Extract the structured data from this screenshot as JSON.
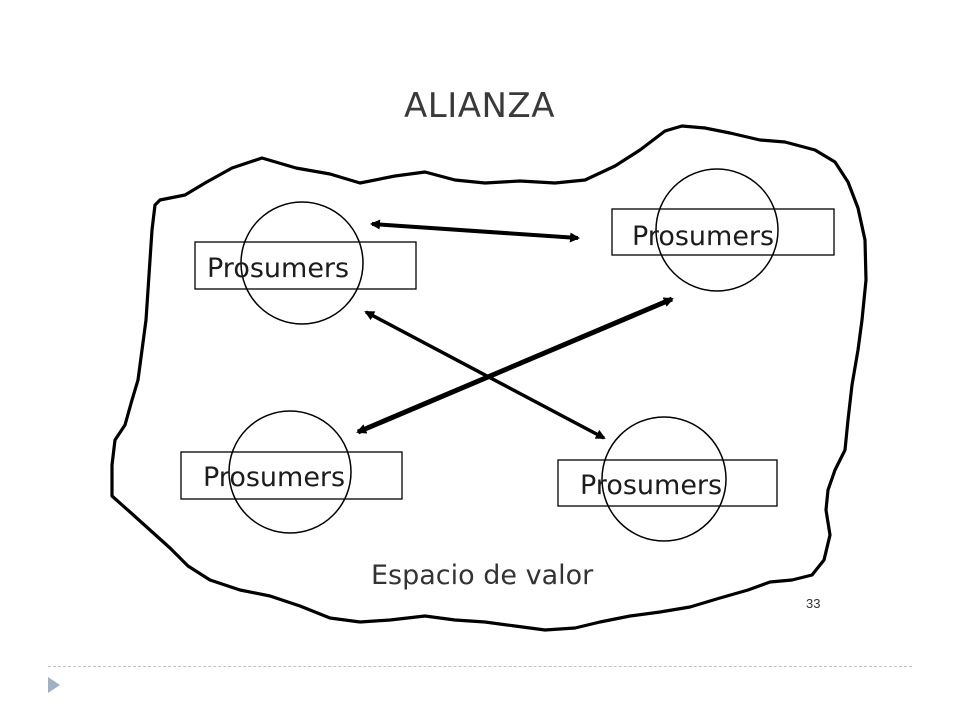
{
  "slide": {
    "title": "ALIANZA",
    "caption": "Espacio de valor",
    "page_number": "33"
  },
  "nodes": [
    {
      "id": "top-left",
      "label": "Prosumers"
    },
    {
      "id": "top-right",
      "label": "Prosumers"
    },
    {
      "id": "bottom-left",
      "label": "Prosumers"
    },
    {
      "id": "bottom-right",
      "label": "Prosumers"
    }
  ],
  "links": [
    {
      "from": "top-left",
      "to": "top-right",
      "style": "double-arrow"
    },
    {
      "from": "top-left",
      "to": "bottom-right",
      "style": "double-arrow"
    },
    {
      "from": "bottom-left",
      "to": "top-right",
      "style": "double-arrow"
    }
  ],
  "colors": {
    "line": "#000000",
    "text": "#1c1c1c",
    "footer_accent": "#9fb1c6"
  }
}
